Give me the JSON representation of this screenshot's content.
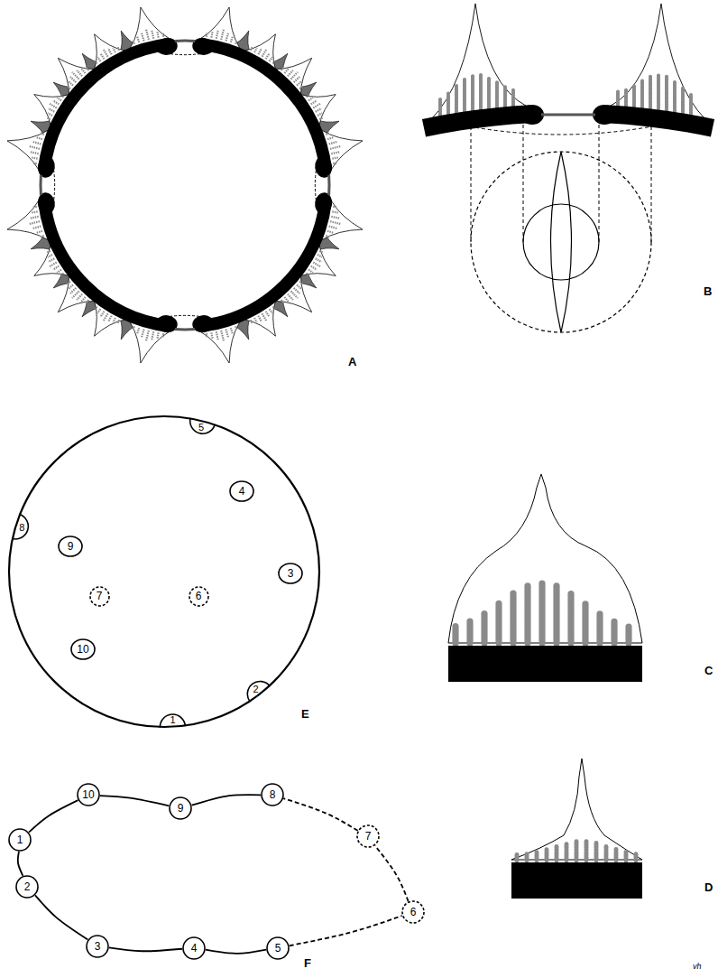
{
  "diagram": {
    "nodes": [
      {
        "text": [
          "1"
        ]
      },
      {
        "text": [
          "2"
        ]
      },
      {
        "text": [
          "3"
        ]
      },
      {
        "text": [
          "4"
        ]
      },
      {
        "text": [
          "5"
        ]
      },
      {
        "text": [
          "6"
        ]
      },
      {
        "text": [
          "7"
        ]
      },
      {
        "text": [
          "8"
        ]
      },
      {
        "text": [
          "9"
        ]
      },
      {
        "text": [
          "10"
        ]
      },
      {
        "text": [
          "1"
        ]
      },
      {
        "text": [
          "2"
        ]
      },
      {
        "text": [
          "3"
        ]
      },
      {
        "text": [
          "4"
        ]
      },
      {
        "text": [
          "5"
        ]
      },
      {
        "text": [
          "6"
        ]
      },
      {
        "text": [
          "7"
        ]
      },
      {
        "text": [
          "8"
        ]
      },
      {
        "text": [
          "9"
        ]
      },
      {
        "text": [
          "10"
        ]
      }
    ],
    "edges": [
      {
        "from": 10,
        "to": 11,
        "arrow": "none"
      },
      {
        "from": 11,
        "to": 12,
        "arrow": "none"
      },
      {
        "from": 12,
        "to": 13,
        "arrow": "none"
      },
      {
        "from": 13,
        "to": 14,
        "arrow": "none"
      },
      {
        "from": 14,
        "to": 15,
        "arrow": "none"
      },
      {
        "from": 15,
        "to": 16,
        "arrow": "none"
      },
      {
        "from": 16,
        "to": 17,
        "arrow": "none"
      },
      {
        "from": 17,
        "to": 18,
        "arrow": "none"
      },
      {
        "from": 18,
        "to": 19,
        "arrow": "none"
      },
      {
        "from": 19,
        "to": 10,
        "arrow": "none"
      }
    ],
    "labels": [
      "A",
      "B",
      "C",
      "D",
      "E",
      "F",
      "vh"
    ]
  }
}
